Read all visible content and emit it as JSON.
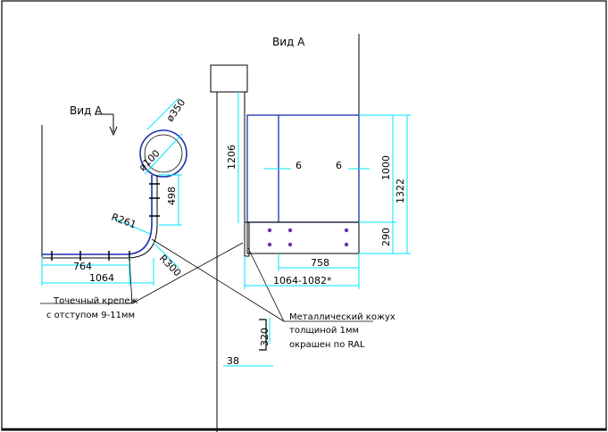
{
  "view_labels": {
    "top": "Вид А",
    "left": "Вид А"
  },
  "dimensions": {
    "d350": "ø350",
    "d100": "ø100",
    "d498": "498",
    "r261": "R261",
    "r300": "R300",
    "d764": "764",
    "d1064": "1064",
    "d1206": "1206",
    "d6a": "6",
    "d6b": "6",
    "d1000": "1000",
    "d1322": "1322",
    "d290": "290",
    "d758": "758",
    "d1064_1082": "1064-1082*",
    "d320": "320",
    "d38": "38"
  },
  "notes": {
    "fastener_line1": "Точечный крепеж",
    "fastener_line2": "с отступом 9-11мм",
    "casing_line1": "Металлический кожух",
    "casing_line2": "толщиной 1мм",
    "casing_line3": "окрашен по RAL"
  },
  "colors": {
    "line": "#000000",
    "dimension": "#00e5ff",
    "structure": "#1a2fb0",
    "bolt": "#6b2fa8"
  }
}
